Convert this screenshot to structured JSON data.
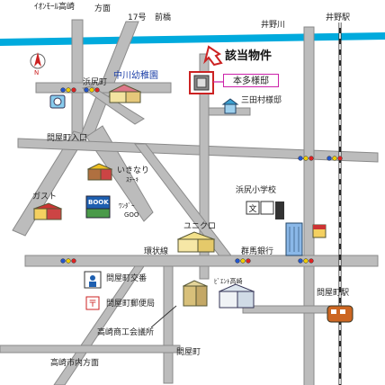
{
  "colors": {
    "river": "#00aadd",
    "road": "#bcbcbc",
    "road_edge": "#8a8a8a",
    "rail": "#222222",
    "highlight_building": "#cc2222",
    "callout_border": "#cc22aa",
    "arrow": "#cc2222"
  },
  "labels": {
    "aeon": "ｲｵﾝﾓｰﾙ高崎",
    "aeon_dir": "方面",
    "route17": "17号",
    "maebashi": "前橋",
    "inoya_river": "井野川",
    "inoya_station": "井野駅",
    "target_property": "該当物件",
    "hamajiri_cho": "浜尻町",
    "nakagawa_kindergarten": "中川幼稚園",
    "honda_residence": "本多様邸",
    "mitamura_residence": "三田村様邸",
    "toyamachi_entrance": "問屋町入口",
    "ikinari_steak_1": "いきなり",
    "ikinari_steak_2": "ｽﾃｰｷ",
    "gusto": "ガスト",
    "book": "BOOK",
    "wonder_goo_1": "ﾜﾝﾀﾞｰ",
    "wonder_goo_2": "GOO",
    "hamajiri_school": "浜尻小学校",
    "uniqlo": "ユニクロ",
    "kanjo_line": "環状線",
    "gunma_bank": "群馬銀行",
    "toyamachi_koban": "問屋町交番",
    "toyamachi_post": "問屋町郵便局",
    "vent_takasaki": "ﾋﾞｴﾝﾄ高崎",
    "toyamachi_station": "問屋町駅",
    "chamber_commerce": "高崎商工会議所",
    "toyamachi": "問屋町",
    "takasaki_center": "高崎市内方面",
    "north": "N",
    "school_symbol": "文",
    "post_symbol": "〒"
  }
}
